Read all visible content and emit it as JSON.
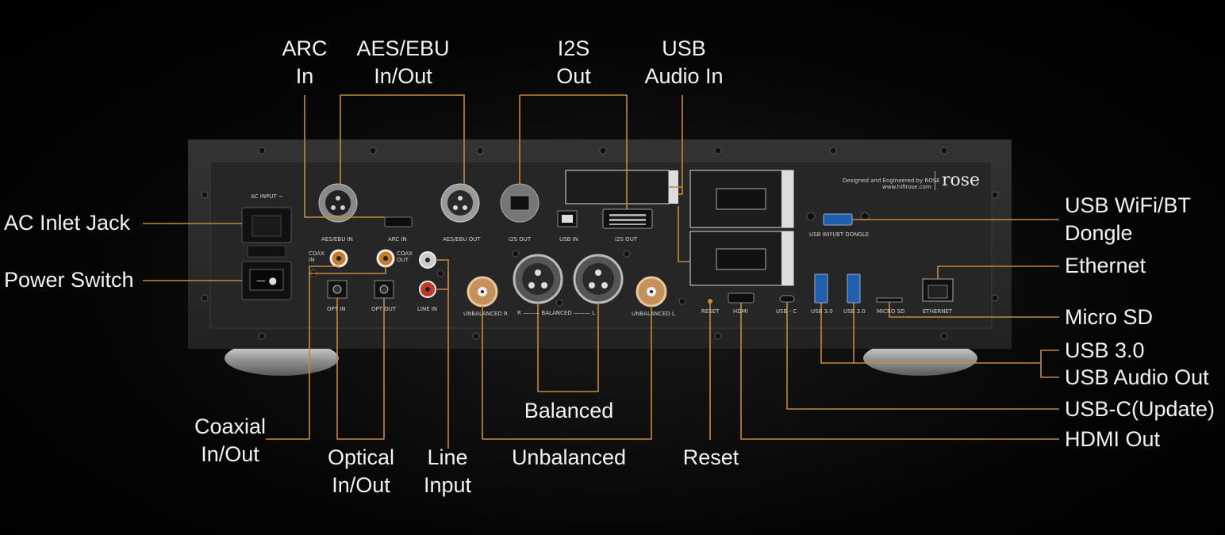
{
  "callouts": {
    "arc_in": [
      "ARC",
      "In"
    ],
    "aes_ebu": [
      "AES/EBU",
      "In/Out"
    ],
    "i2s_out": [
      "I2S",
      "Out"
    ],
    "usb_audio_in": [
      "USB",
      "Audio In"
    ],
    "ac_inlet": "AC Inlet Jack",
    "power_switch": "Power Switch",
    "usb_wifi_bt": [
      "USB WiFi/BT",
      "Dongle"
    ],
    "ethernet": "Ethernet",
    "micro_sd": "Micro SD",
    "usb30": "USB 3.0",
    "usb_audio_out": "USB Audio Out",
    "usb_c": "USB-C(Update)",
    "hdmi_out": "HDMI Out",
    "coaxial": [
      "Coaxial",
      "In/Out"
    ],
    "optical": [
      "Optical",
      "In/Out"
    ],
    "line_input": [
      "Line",
      "Input"
    ],
    "balanced": "Balanced",
    "unbalanced": "Unbalanced",
    "reset": "Reset"
  },
  "panel": {
    "ac_input": "AC INPUT ~",
    "aes_in": "AES/EBU IN",
    "arc_in": "ARC IN",
    "aes_out": "AES/EBU OUT",
    "i2s_out": "I2S OUT",
    "usb_in": "USB IN",
    "i2s_out2": "I2S OUT",
    "coax_in": "COAX IN",
    "coax_out": "COAX OUT",
    "opt_in": "OPT IN",
    "opt_out": "OPT OUT",
    "line_in": "LINE IN",
    "unbal_r": "UNBALANCED R",
    "balanced": "R ——— BALANCED ——— L",
    "unbal_l": "UNBALANCED L",
    "reset": "RESET",
    "hdmi": "HDMI",
    "usbc": "USB - C",
    "usb30a": "USB 3.0",
    "usb30b": "USB 3.0",
    "microsd": "MICRO SD",
    "ethernet": "ETHERNET",
    "dongle": "USB WIFI/BT DONGLE",
    "designed": "Designed and Engineered by ROSE",
    "url": "www.hifirose.com",
    "brand": "rose"
  },
  "colors": {
    "leader": "#c9873f",
    "chassis": "#2a2a2a",
    "text": "#f2f2f2"
  }
}
